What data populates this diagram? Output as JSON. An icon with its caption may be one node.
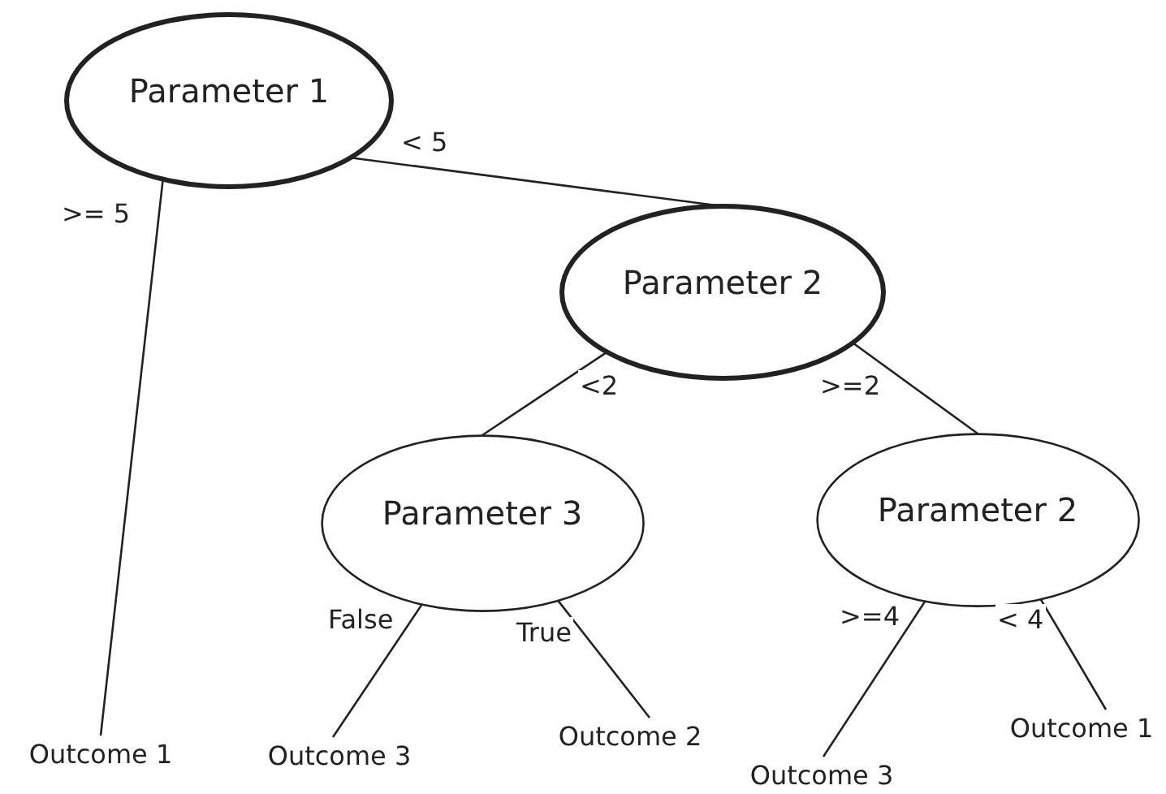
{
  "diagram": {
    "nodes": [
      {
        "text": [
          "Parameter 1"
        ]
      },
      {
        "text": [
          "Parameter 2"
        ]
      },
      {
        "text": [
          "Parameter 3"
        ]
      },
      {
        "text": [
          "Parameter 2"
        ]
      },
      {
        "text": [
          "Outcome 1"
        ]
      },
      {
        "text": [
          "Outcome 3"
        ]
      },
      {
        "text": [
          "Outcome 2"
        ]
      },
      {
        "text": [
          "Outcome 3"
        ]
      },
      {
        "text": [
          "Outcome 1"
        ]
      }
    ],
    "edges": [
      {
        "from": 0,
        "to": 1,
        "arrow": "none",
        "label": "< 5"
      },
      {
        "from": 0,
        "to": 4,
        "arrow": "none",
        "label": ">= 5"
      },
      {
        "from": 1,
        "to": 2,
        "arrow": "none",
        "label": "<2"
      },
      {
        "from": 1,
        "to": 3,
        "arrow": "none",
        "label": ">=2"
      },
      {
        "from": 2,
        "to": 5,
        "arrow": "none",
        "label": "False"
      },
      {
        "from": 2,
        "to": 6,
        "arrow": "none",
        "label": "True"
      },
      {
        "from": 3,
        "to": 7,
        "arrow": "none",
        "label": ">=4"
      },
      {
        "from": 3,
        "to": 8,
        "arrow": "none",
        "label": "< 4"
      }
    ]
  }
}
